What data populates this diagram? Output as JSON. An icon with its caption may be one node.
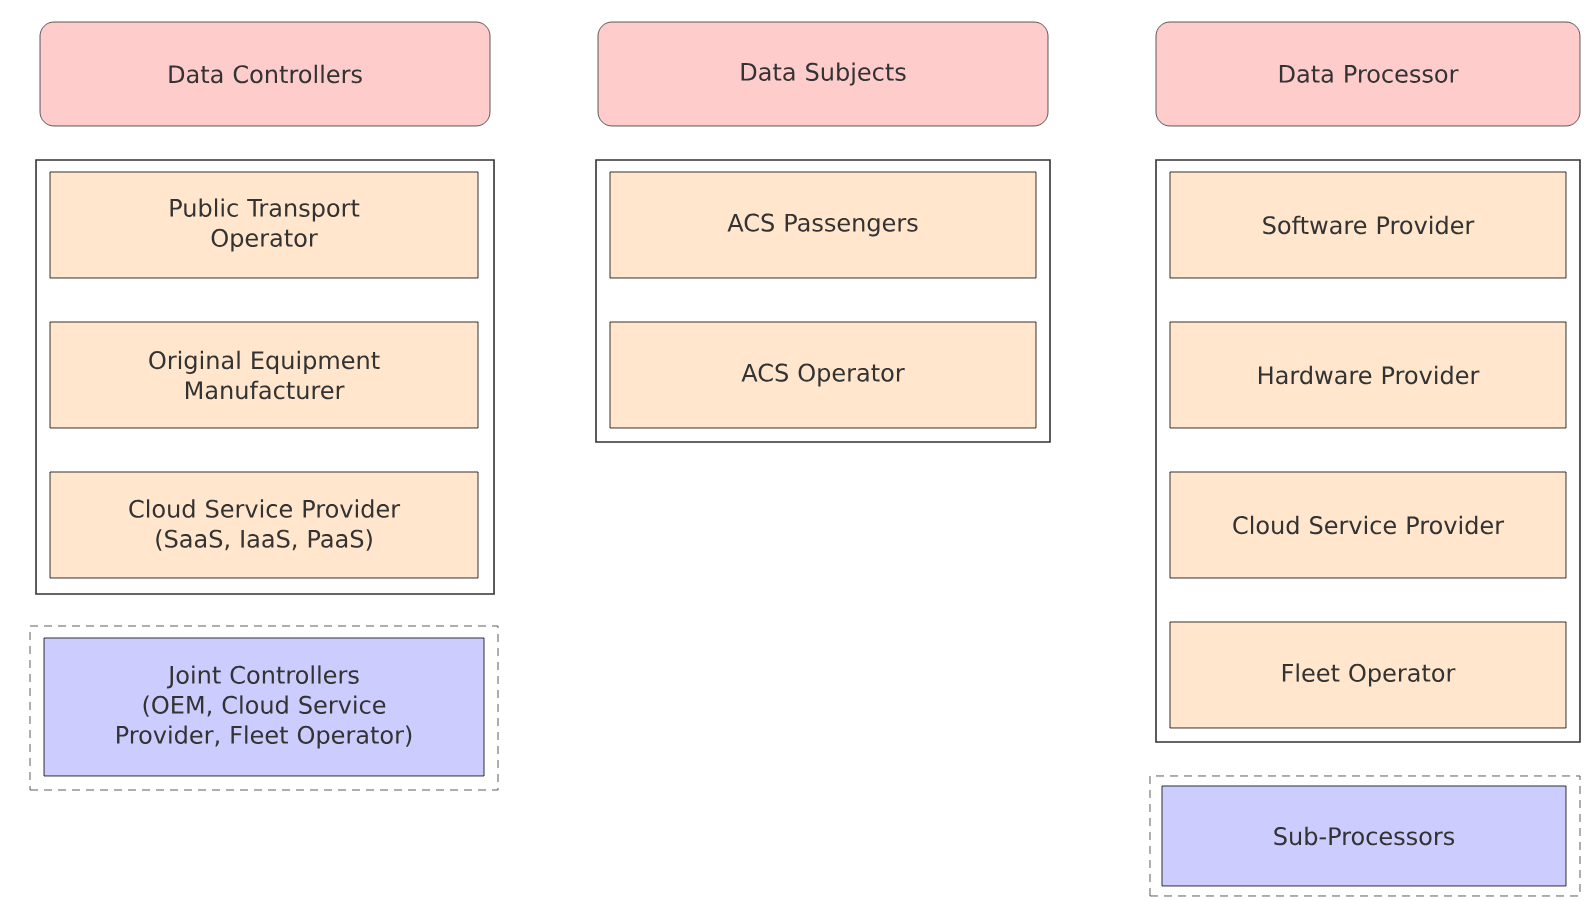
{
  "diagram": {
    "nodes": [
      {
        "text": [
          "Data Controllers"
        ]
      },
      {
        "text": [
          "Data Subjects"
        ]
      },
      {
        "text": [
          "Data Processor"
        ]
      },
      {
        "text": [],
        "shape": "box"
      },
      {
        "text": [
          "Public Transport Operator"
        ],
        "in": 3
      },
      {
        "text": [
          "Original Equipment Manufacturer"
        ],
        "in": 3
      },
      {
        "text": [
          "Cloud Service Provider (SaaS, IaaS, PaaS)"
        ],
        "in": 3
      },
      {
        "text": [],
        "shape": "box"
      },
      {
        "text": [
          "ACS Passengers"
        ],
        "in": 7
      },
      {
        "text": [
          "ACS Operator"
        ],
        "in": 7
      },
      {
        "text": [],
        "shape": "box"
      },
      {
        "text": [
          "Software Provider"
        ],
        "in": 10
      },
      {
        "text": [
          "Hardware Provider"
        ],
        "in": 10
      },
      {
        "text": [
          "Cloud Service Provider"
        ],
        "in": 10
      },
      {
        "text": [
          "Fleet Operator"
        ],
        "in": 10
      },
      {
        "text": [],
        "shape": "box"
      },
      {
        "text": [
          "Joint Controllers (OEM, Cloud Service Provider, Fleet Operator)"
        ],
        "in": 15
      },
      {
        "text": [],
        "shape": "box"
      },
      {
        "text": [
          "Sub-Processors"
        ],
        "in": 17
      }
    ]
  }
}
